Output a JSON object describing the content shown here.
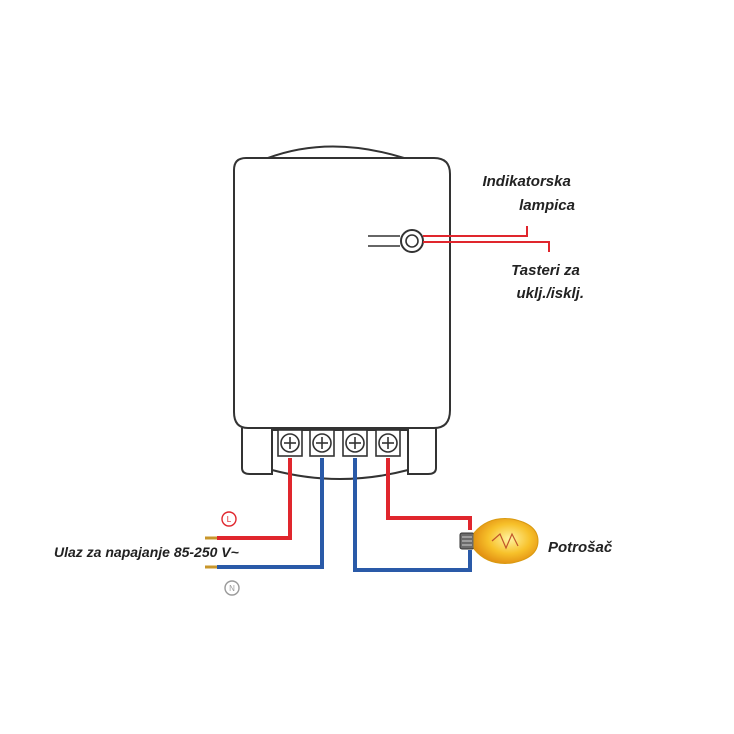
{
  "labels": {
    "indicator_line1": "Indikatorska",
    "indicator_line2": "lampica",
    "buttons_line1": "Tasteri za",
    "buttons_line2": "uklj./isklj.",
    "supply_input": "Ulaz za napajanje 85-250 V~",
    "load": "Potrošač",
    "terminal_live": "L",
    "terminal_neutral": "N"
  },
  "colors": {
    "live_wire": "#e0262d",
    "neutral_wire": "#2a5aa8",
    "outline": "#333333",
    "bulb": "#f5b21a",
    "live_marker": "#e0262d",
    "neutral_marker": "#999999"
  },
  "icons": [
    "lamp-bulb-icon",
    "screw-terminal-icon",
    "indicator-led-icon"
  ]
}
